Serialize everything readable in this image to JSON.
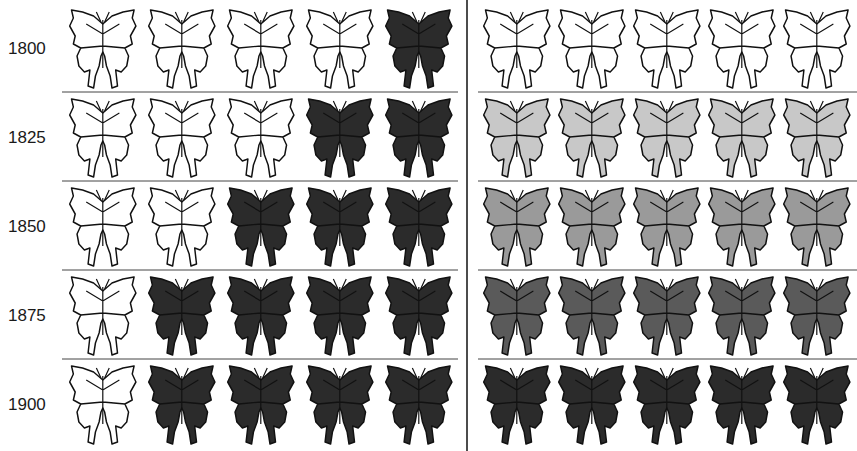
{
  "diagram": {
    "labels": [
      "1800",
      "1825",
      "1850",
      "1875",
      "1900"
    ]
  }
}
